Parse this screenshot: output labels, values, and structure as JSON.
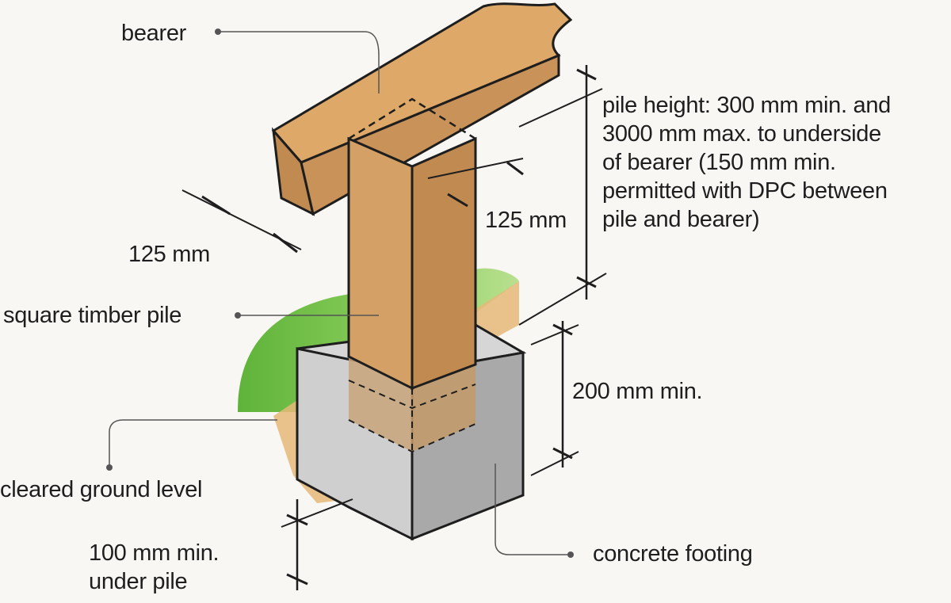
{
  "labels": {
    "bearer": "bearer",
    "dim_bearer_width": "125 mm",
    "dim_pile_width": "125 mm",
    "square_timber_pile": "square timber pile",
    "pile_height": [
      "pile height: 300 mm min. and",
      "3000 mm max. to underside",
      "of bearer (150 mm min.",
      "permitted with DPC between",
      "pile and bearer)"
    ],
    "embed_depth": "200 mm min.",
    "cleared_ground_level": "cleared ground level",
    "under_pile": [
      "100 mm min.",
      "under pile"
    ],
    "concrete_footing": "concrete footing"
  },
  "colors": {
    "timber": "#d4a065",
    "timber_dark": "#c08a50",
    "grass": "#7ec850",
    "concrete_light": "#d6d6d6",
    "concrete_dark": "#a9a9a9",
    "soil": "#e6b878",
    "ink": "#1e1e1e"
  }
}
